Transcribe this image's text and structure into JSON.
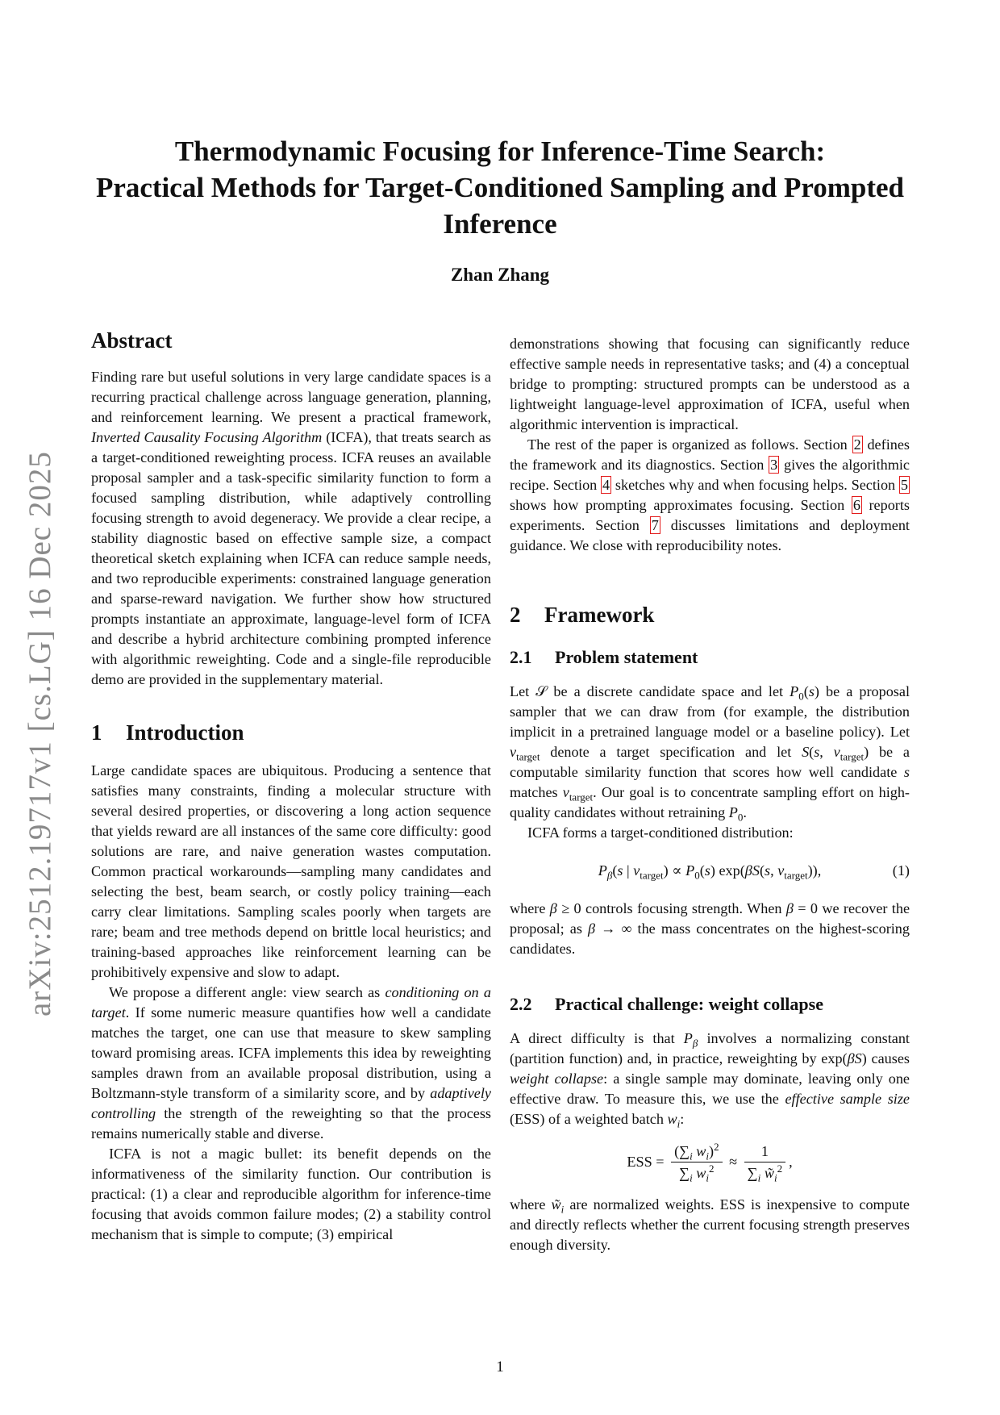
{
  "arxiv_id": "arXiv:2512.19717v1  [cs.LG]  16 Dec 2025",
  "title_lines": [
    "Thermodynamic Focusing for Inference-Time Search:",
    "Practical Methods for Target-Conditioned Sampling and Prompted",
    "Inference"
  ],
  "author": "Zhan Zhang",
  "abstract": {
    "heading": "Abstract",
    "text_1": "Finding rare but useful solutions in very large candidate spaces is a recurring practical challenge across language generation, planning, and reinforcement learning. We present a practical framework, ",
    "algo_name": "Inverted Causality Focusing Algorithm",
    "text_2": " (ICFA), that treats search as a target-conditioned reweighting process. ICFA reuses an available proposal sampler and a task-specific similarity function to form a focused sampling distribution, while adaptively controlling focusing strength to avoid degeneracy. We provide a clear recipe, a stability diagnostic based on effective sample size, a compact theoretical sketch explaining when ICFA can reduce sample needs, and two reproducible experiments: constrained language generation and sparse-reward navigation. We further show how structured prompts instantiate an approximate, language-level form of ICFA and describe a hybrid architecture combining prompted inference with algorithmic reweighting. Code and a single-file reproducible demo are provided in the supplementary material."
  },
  "intro": {
    "num": "1",
    "heading": "Introduction",
    "p1": "Large candidate spaces are ubiquitous. Producing a sentence that satisfies many constraints, finding a molecular structure with several desired properties, or discovering a long action sequence that yields reward are all instances of the same core difficulty: good solutions are rare, and naive generation wastes computation. Common practical workarounds—sampling many candidates and selecting the best, beam search, or costly policy training—each carry clear limitations. Sampling scales poorly when targets are rare; beam and tree methods depend on brittle local heuristics; and training-based approaches like reinforcement learning can be prohibitively expensive and slow to adapt.",
    "p2_a": "We propose a different angle: view search as ",
    "p2_em1": "conditioning on a target",
    "p2_b": ". If some numeric measure quantifies how well a candidate matches the target, one can use that measure to skew sampling toward promising areas. ICFA implements this idea by reweighting samples drawn from an available proposal distribution, using a Boltzmann-style transform of a similarity score, and by ",
    "p2_em2": "adaptively controlling",
    "p2_c": " the strength of the reweighting so that the process remains numerically stable and diverse.",
    "p3": "ICFA is not a magic bullet: its benefit depends on the informativeness of the similarity function. Our contribution is practical: (1) a clear and reproducible algorithm for inference-time focusing that avoids common failure modes; (2) a stability control mechanism that is simple to compute; (3) empirical"
  },
  "right": {
    "cont": "demonstrations showing that focusing can significantly reduce effective sample needs in representative tasks; and (4) a conceptual bridge to prompting: structured prompts can be understood as a lightweight language-level approximation of ICFA, useful when algorithmic intervention is impractical.",
    "org_1": "The rest of the paper is organized as follows. Section ",
    "ref_2": "2",
    "org_2": " defines the framework and its diagnostics. Section ",
    "ref_3": "3",
    "org_3": " gives the algorithmic recipe. Section ",
    "ref_4": "4",
    "org_4": " sketches why and when focusing helps. Section ",
    "ref_5": "5",
    "org_5": " shows how prompting approximates focusing. Section ",
    "ref_6": "6",
    "org_6": " reports experiments. Section ",
    "ref_7": "7",
    "org_7": " discusses limitations and deployment guidance. We close with reproducibility notes."
  },
  "framework": {
    "num": "2",
    "heading": "Framework",
    "s21_num": "2.1",
    "s21_heading": "Problem statement",
    "s22_num": "2.2",
    "s22_heading": "Practical challenge: weight collapse",
    "eq1_num": "(1)",
    "s22_p2_a": "where ",
    "s22_p2_b": " are normalized weights. ESS is inexpensive to compute and directly reflects whether the current focusing strength preserves enough diversity."
  },
  "page_number": "1"
}
